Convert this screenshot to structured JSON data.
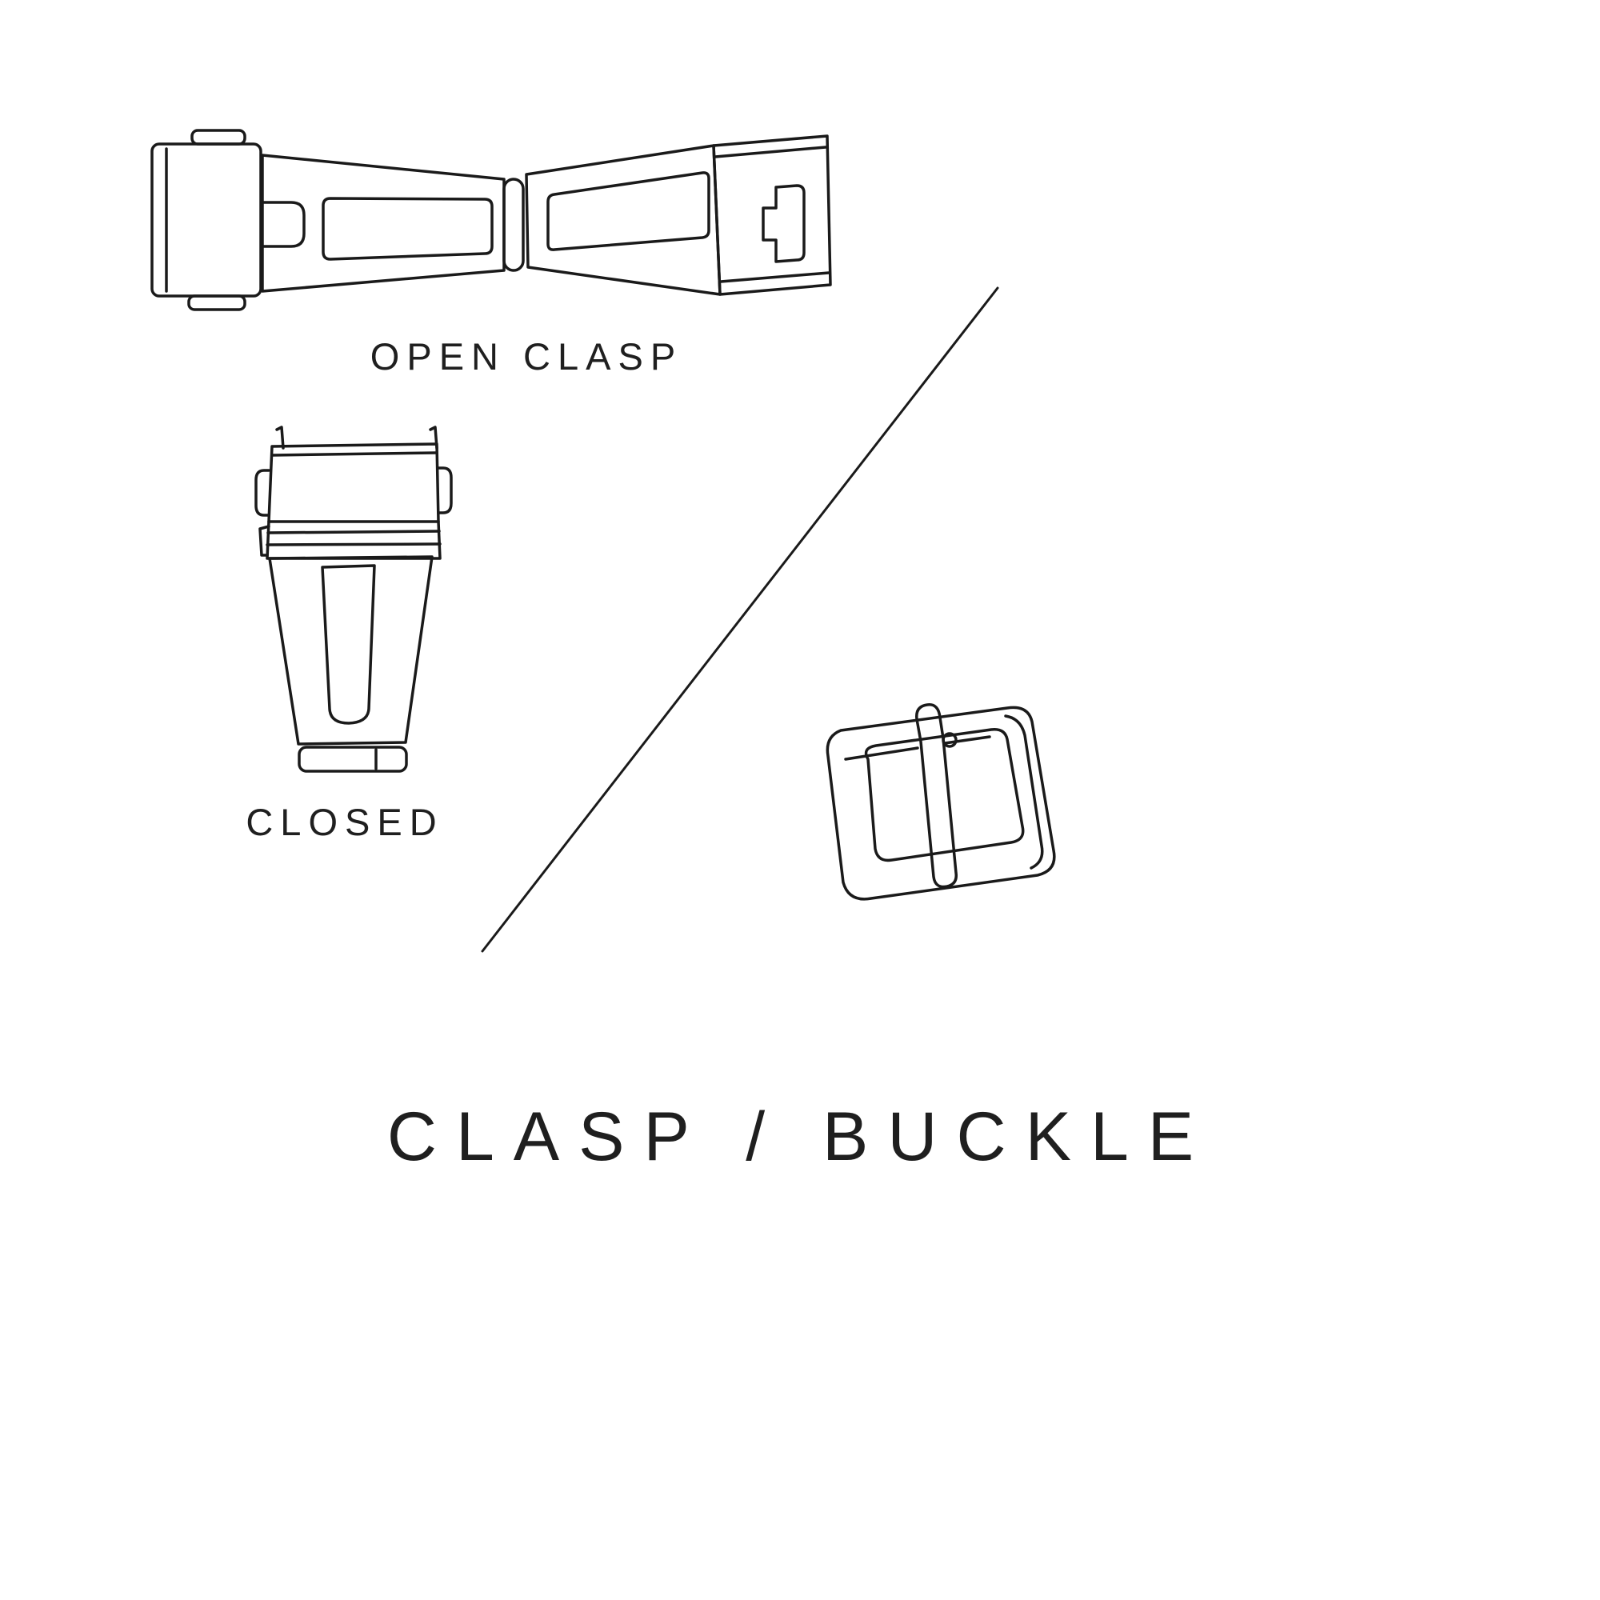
{
  "page": {
    "background": "#ffffff",
    "ink": "#1a1a1a"
  },
  "title": "CLASP / BUCKLE",
  "figures": {
    "open_clasp": {
      "label": "OPEN CLASP"
    },
    "closed_clasp": {
      "label": "CLOSED"
    }
  }
}
